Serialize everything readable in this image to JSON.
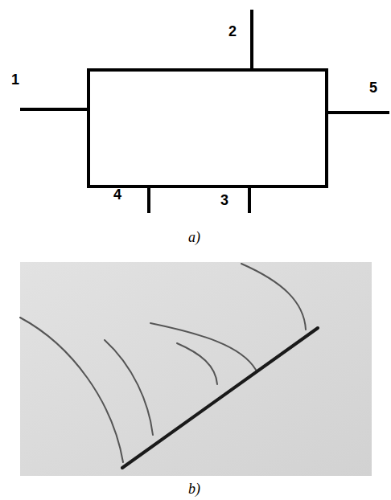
{
  "diagram": {
    "labels": [
      "1",
      "2",
      "5",
      "4",
      "3",
      "a)",
      "b)"
    ]
  }
}
